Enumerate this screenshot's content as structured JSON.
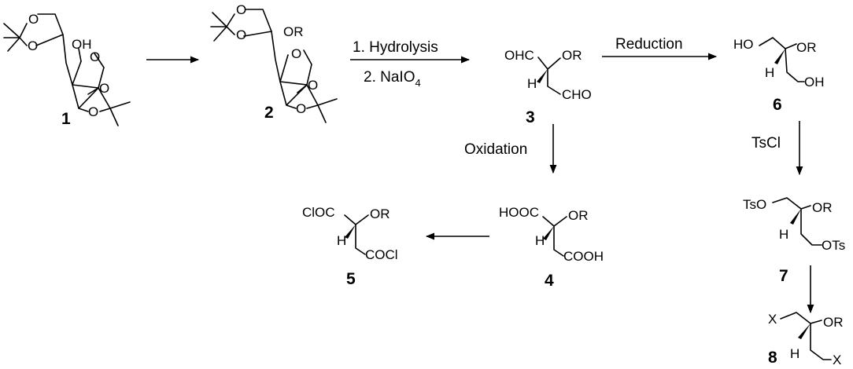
{
  "compounds": {
    "c1": {
      "number": "1",
      "atoms": {
        "o1": "O",
        "o2": "O",
        "oh": "OH",
        "o_ring": "O",
        "o3": "O",
        "o4": "O"
      }
    },
    "c2": {
      "number": "2",
      "atoms": {
        "o1": "O",
        "o2": "O",
        "or": "OR",
        "o_ring": "O",
        "o3": "O",
        "o4": "O"
      }
    },
    "c3": {
      "number": "3",
      "atoms": {
        "cho_top": "OHC",
        "or": "OR",
        "h": "H",
        "cho_bottom": "CHO"
      }
    },
    "c4": {
      "number": "4",
      "atoms": {
        "cooh_top": "HOOC",
        "or": "OR",
        "h": "H",
        "cooh_bottom": "COOH"
      }
    },
    "c5": {
      "number": "5",
      "atoms": {
        "cocl_top": "ClOC",
        "or": "OR",
        "h": "H",
        "cocl_bottom": "COCl"
      }
    },
    "c6": {
      "number": "6",
      "atoms": {
        "ho": "HO",
        "or": "OR",
        "h": "H",
        "oh": "OH"
      }
    },
    "c7": {
      "number": "7",
      "atoms": {
        "tso": "TsO",
        "or": "OR",
        "h": "H",
        "ots": "OTs"
      }
    },
    "c8": {
      "number": "8",
      "atoms": {
        "x_top": "X",
        "or": "OR",
        "h": "H",
        "x_bottom": "X"
      }
    }
  },
  "reactions": {
    "r1": {
      "from": "1",
      "to": "2",
      "label": ""
    },
    "r2": {
      "from": "2",
      "to": "3",
      "step1": "1. Hydrolysis",
      "step2_main": "2. NaIO",
      "step2_sub": "4"
    },
    "r3": {
      "from": "3",
      "to": "6",
      "label": "Reduction"
    },
    "r4": {
      "from": "3",
      "to": "4",
      "label": "Oxidation"
    },
    "r5": {
      "from": "4",
      "to": "5",
      "label": ""
    },
    "r6": {
      "from": "6",
      "to": "7",
      "label": "TsCl"
    },
    "r7": {
      "from": "7",
      "to": "8",
      "label": ""
    }
  }
}
